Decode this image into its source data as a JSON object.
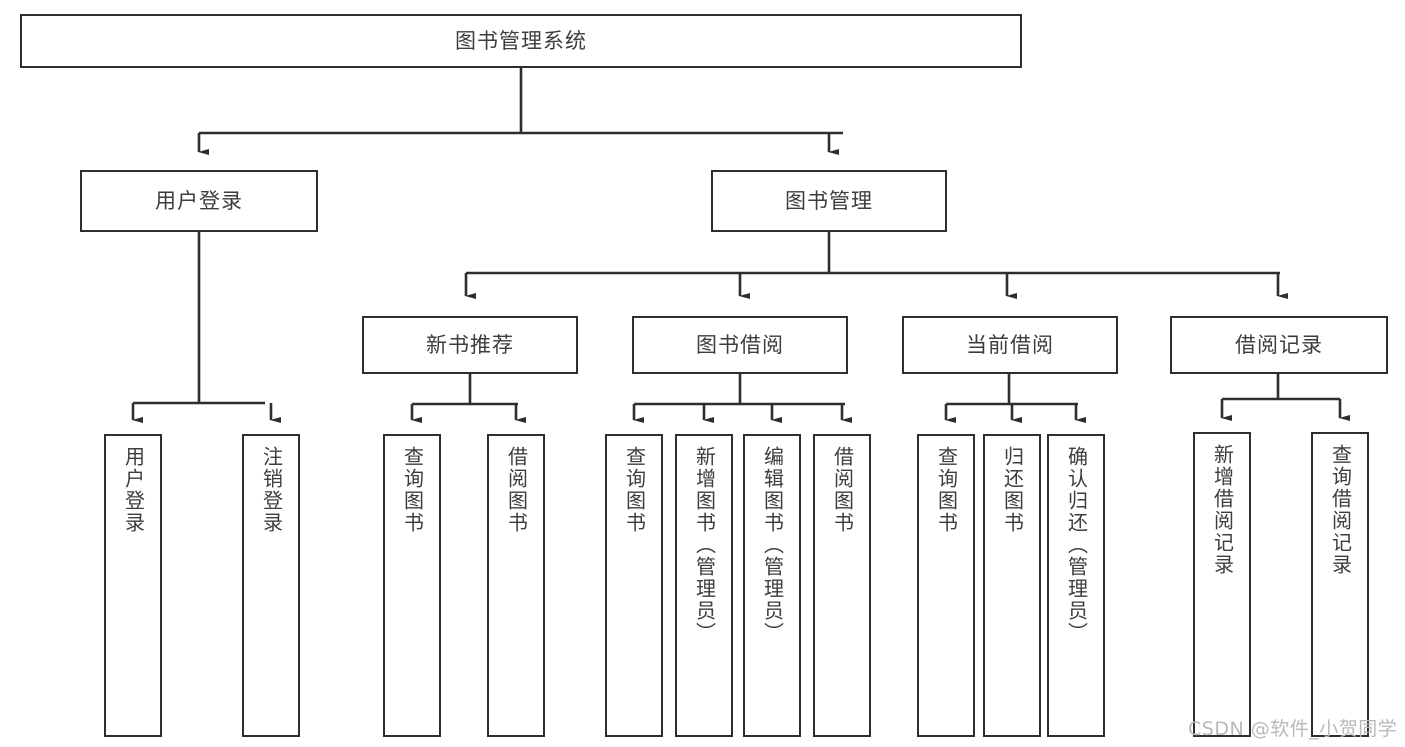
{
  "diagram": {
    "title": "图书管理系统",
    "type": "tree",
    "nodes": {
      "root": {
        "label": "图书管理系统"
      },
      "level2": [
        {
          "label": "用户登录"
        },
        {
          "label": "图书管理"
        }
      ],
      "level3": [
        {
          "label": "新书推荐"
        },
        {
          "label": "图书借阅"
        },
        {
          "label": "当前借阅"
        },
        {
          "label": "借阅记录"
        }
      ],
      "leaves_user_login": [
        {
          "label": "用户登录"
        },
        {
          "label": "注销登录"
        }
      ],
      "leaves_new_book": [
        {
          "label": "查询图书"
        },
        {
          "label": "借阅图书"
        }
      ],
      "leaves_borrow": [
        {
          "label": "查询图书"
        },
        {
          "label": "新增图书（管理员）"
        },
        {
          "label": "编辑图书（管理员）"
        },
        {
          "label": "借阅图书"
        }
      ],
      "leaves_current": [
        {
          "label": "查询图书"
        },
        {
          "label": "归还图书"
        },
        {
          "label": "确认归还（管理员）"
        }
      ],
      "leaves_records": [
        {
          "label": "新增借阅记录"
        },
        {
          "label": "查询借阅记录"
        }
      ]
    },
    "colors": {
      "stroke": "#2e2e2e",
      "text": "#3d3d3d",
      "background": "#ffffff",
      "watermark": "#b9b9b9"
    }
  },
  "watermark": {
    "text": "CSDN @软件_小贺同学"
  }
}
